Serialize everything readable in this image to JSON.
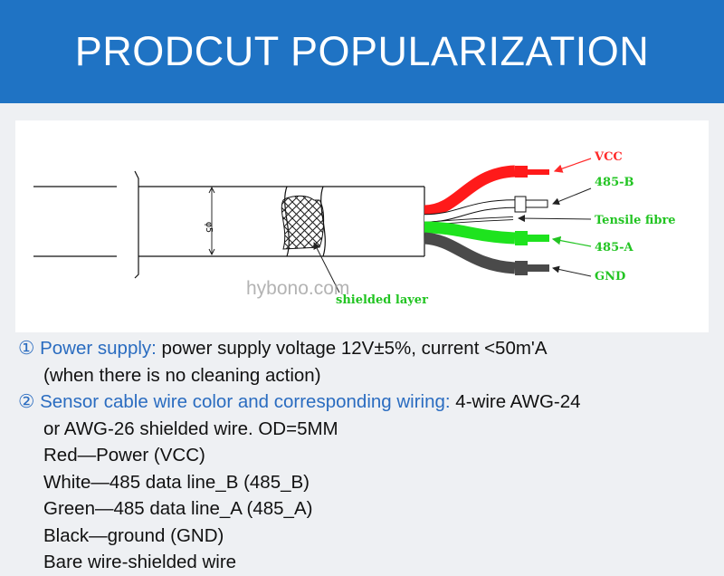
{
  "header": {
    "title": "PRODCUT POPULARIZATION"
  },
  "diagram": {
    "dimension_label": "φ5",
    "watermark": "hybono.com",
    "labels": {
      "vcc": "VCC",
      "b485": "485-B",
      "tensile": "Tensile fibre",
      "a485": "485-A",
      "gnd": "GND",
      "shield": "shielded layer"
    },
    "colors": {
      "red": "#ff1a1a",
      "green": "#1ee31e",
      "black": "#4a4a4a",
      "label_green": "#22c422",
      "arrow_red": "#ff2a2a",
      "accent_blue": "#2a6cc0"
    }
  },
  "info": {
    "item1": {
      "marker": "①",
      "heading": "Power supply:",
      "text": " power supply voltage 12V±5%, current <50m'A",
      "text2": "(when there is no cleaning action)"
    },
    "item2": {
      "marker": "②",
      "heading": "Sensor cable wire color and corresponding wiring:",
      "text": " 4-wire AWG-24",
      "text2": "or AWG-26 shielded wire. OD=5MM",
      "lines": [
        "Red—Power (VCC)",
        "White—485 data line_B (485_B)",
        "Green—485 data line_A (485_A)",
        "Black—ground (GND)",
        "Bare wire-shielded wire"
      ]
    }
  }
}
